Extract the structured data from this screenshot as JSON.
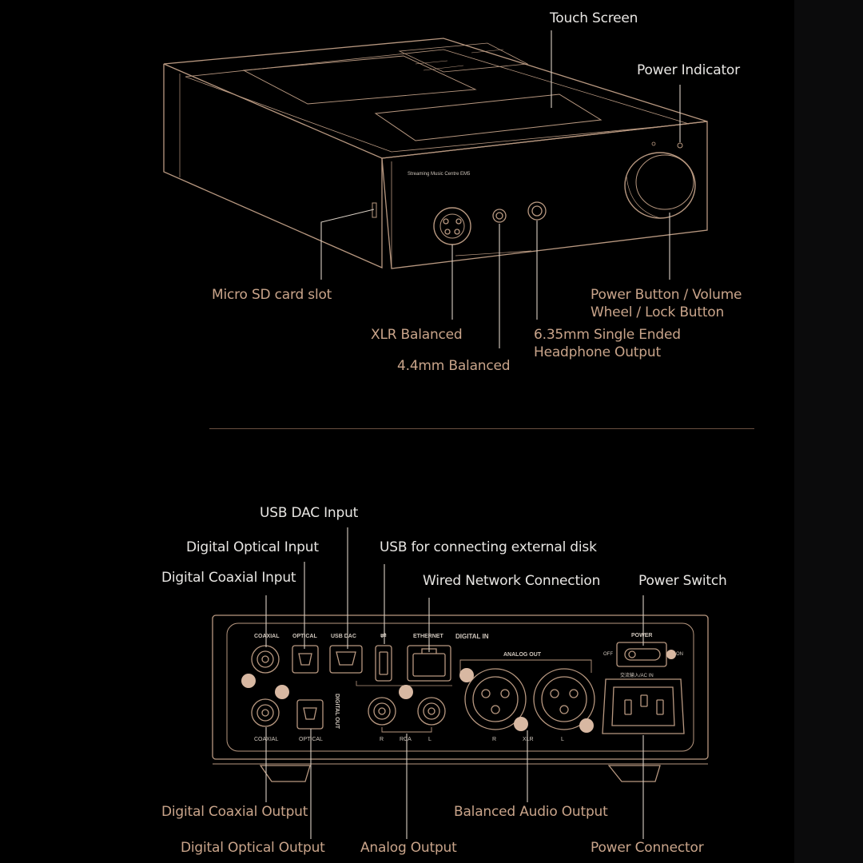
{
  "top_labels": {
    "touch_screen": "Touch Screen",
    "power_indicator": "Power Indicator",
    "micro_sd": "Micro SD card slot",
    "power_button_1": "Power Button / Volume",
    "power_button_2": "Wheel / Lock Button",
    "xlr_balanced": "XLR Balanced",
    "single_ended_1": "6.35mm Single Ended",
    "single_ended_2": "Headphone Output",
    "balanced_44": "4.4mm Balanced"
  },
  "device_front": {
    "model_text": "Streaming Music Centre EM5"
  },
  "bottom_labels": {
    "usb_dac_input": "USB DAC Input",
    "digital_optical_input": "Digital Optical Input",
    "usb_external_disk": "USB for connecting external disk",
    "digital_coaxial_input": "Digital Coaxial Input",
    "wired_network": "Wired Network Connection",
    "power_switch": "Power Switch",
    "digital_coaxial_output": "Digital Coaxial Output",
    "balanced_audio_output": "Balanced Audio Output",
    "digital_optical_output": "Digital Optical Output",
    "analog_output": "Analog Output",
    "power_connector": "Power Connector"
  },
  "rear_panel": {
    "coaxial_in": "COAXIAL",
    "optical_in": "OPTICAL",
    "usb_dac": "USB DAC",
    "ethernet": "ETHERNET",
    "digital_in": "DIGITAL IN",
    "analog_out": "ANALOG OUT",
    "power": "POWER",
    "off": "OFF",
    "on": "ON",
    "ac_in": "交流输入/AC IN",
    "coaxial_out": "COAXIAL",
    "optical_out": "OPTICAL",
    "digital_out": "DIGITAL OUT",
    "rca_r": "R",
    "rca": "RCA",
    "rca_l": "L",
    "xlr_r": "R",
    "xlr": "XLR",
    "xlr_l": "L"
  },
  "colors": {
    "background": "#000000",
    "line_art": "#b89880",
    "white_label": "#e8e6e3",
    "gold_label": "#c9a48a",
    "accent_dot": "#d8b8a2"
  }
}
